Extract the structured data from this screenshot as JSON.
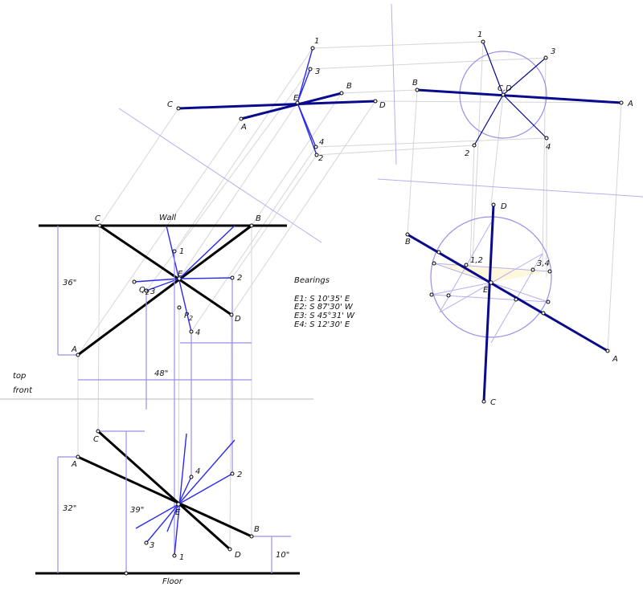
{
  "top_view": {
    "wall_label": "Wall",
    "points": {
      "A": "A",
      "B": "B",
      "C": "C",
      "D": "D",
      "E": "E",
      "p1": "1",
      "p2": "2",
      "p3": "3",
      "p4": "4",
      "Q2": "Q",
      "Q2_sub": "2",
      "P2": "P",
      "P2_sub": "2"
    },
    "dim_36": "36\"",
    "dim_48": "48\"",
    "label_top": "top",
    "label_front": "front"
  },
  "front_view": {
    "floor_label": "Floor",
    "points": {
      "A": "A",
      "B": "B",
      "C": "C",
      "D": "D",
      "E": "E",
      "p1": "1",
      "p2": "2",
      "p3": "3",
      "p4": "4"
    },
    "dim_32": "32\"",
    "dim_39": "39\"",
    "dim_10": "10\""
  },
  "aux_view_1": {
    "points": {
      "A": "A",
      "B": "B",
      "C": "C",
      "D": "D",
      "E": "E",
      "p1": "1",
      "p2": "2",
      "p3": "3",
      "p4": "4"
    }
  },
  "aux_view_2": {
    "points": {
      "A": "A",
      "B": "B",
      "CD": "C,D",
      "p1": "1",
      "p2": "2",
      "p3": "3",
      "p4": "4"
    }
  },
  "aux_view_3": {
    "points": {
      "A": "A",
      "B": "B",
      "C": "C",
      "D": "D",
      "E": "E",
      "p12": "1,2",
      "p34": "3,4"
    }
  },
  "bearings": {
    "title": "Bearings",
    "items": [
      "E1: S 10'35' E",
      "E2: S 87'30' W",
      "E3:  S 45°31' W",
      "E4: S 12'30' E"
    ]
  },
  "colors": {
    "member": "#000000",
    "true_length": "#0a0a8c",
    "brace": "#2a2af0",
    "construction": "#9d8ee8",
    "projection": "#d6d6d6",
    "highlight": "#fdf8dc"
  }
}
